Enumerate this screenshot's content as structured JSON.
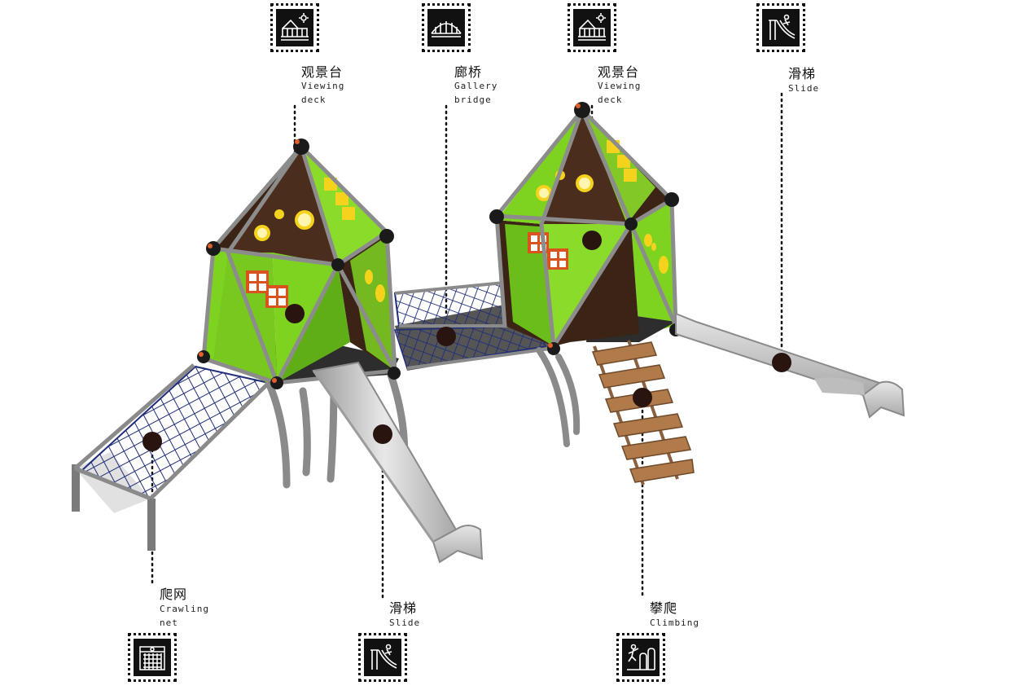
{
  "callouts": [
    {
      "zh": "观景台",
      "en1": "Viewing",
      "en2": "deck",
      "icon": "viewing-deck-icon"
    },
    {
      "zh": "廊桥",
      "en1": "Gallery",
      "en2": "bridge",
      "icon": "gallery-bridge-icon"
    },
    {
      "zh": "观景台",
      "en1": "Viewing",
      "en2": "deck",
      "icon": "viewing-deck-icon"
    },
    {
      "zh": "滑梯",
      "en1": "Slide",
      "en2": "",
      "icon": "slide-icon"
    },
    {
      "zh": "爬网",
      "en1": "Crawling",
      "en2": "net",
      "icon": "crawling-net-icon"
    },
    {
      "zh": "滑梯",
      "en1": "Slide",
      "en2": "",
      "icon": "slide-icon"
    },
    {
      "zh": "攀爬",
      "en1": "Climbing",
      "en2": "",
      "icon": "climbing-icon"
    }
  ],
  "colors": {
    "panel_green": "#7ed321",
    "panel_brown": "#3b2416",
    "frame_gray": "#8c8c8c",
    "net_blue": "#1f2d7a",
    "slide_steel": "#c9c9c9",
    "ladder_wood": "#b07a4a",
    "window_orange": "#d9531e",
    "window_yellow": "#f5d31c",
    "ball_black": "#1a1a1a",
    "ball_orange": "#e0602a",
    "marker": "#2a1410",
    "callout_line": "#111111"
  }
}
